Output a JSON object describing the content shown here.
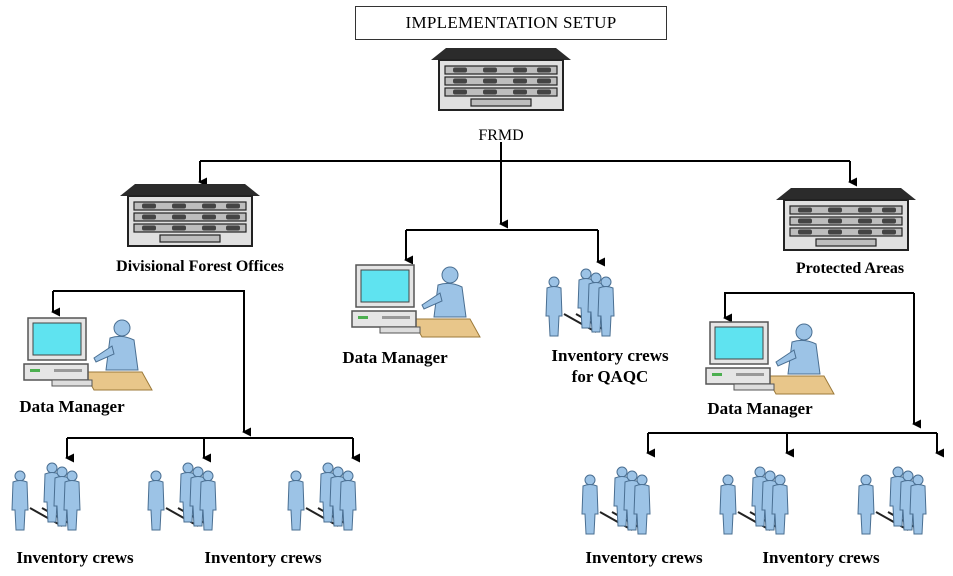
{
  "title": "IMPLEMENTATION SETUP",
  "nodes": {
    "frmd": "FRMD",
    "divisional_forest_offices": "Divisional Forest Offices",
    "protected_areas": "Protected Areas",
    "data_manager_center": "Data Manager",
    "inventory_qaqc_line1": "Inventory crews",
    "inventory_qaqc_line2": "for QAQC",
    "data_manager_left": "Data Manager",
    "data_manager_right": "Data Manager",
    "inventory_crews_left_1": "Inventory crews",
    "inventory_crews_left_2": "Inventory crews",
    "inventory_crews_right_1": "Inventory crews",
    "inventory_crews_right_2": "Inventory crews"
  },
  "colors": {
    "building_roof": "#2b2b2b",
    "building_wall": "#d9d9d9",
    "person_fill": "#9cc3e6",
    "monitor_screen": "#5fe3f0",
    "desk": "#e8c68a",
    "connector": "#000000"
  },
  "icons": [
    "building-icon",
    "computer-workstation-icon",
    "crew-people-icon"
  ]
}
